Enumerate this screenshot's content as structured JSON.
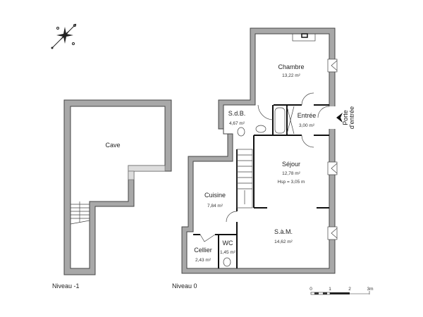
{
  "levels": {
    "basement": {
      "label": "Niveau -1",
      "rooms": [
        {
          "name": "Cave"
        }
      ]
    },
    "ground": {
      "label": "Niveau 0",
      "rooms": [
        {
          "name": "Chambre",
          "area": "13,22 m²"
        },
        {
          "name": "S.d.B.",
          "area": "4,67 m²"
        },
        {
          "name": "Entrée",
          "area": "3,00 m²"
        },
        {
          "name": "Séjour",
          "area": "12,78 m²",
          "height": "Hsp = 3,05 m"
        },
        {
          "name": "Cuisine",
          "area": "7,84 m²"
        },
        {
          "name": "S.à.M.",
          "area": "14,62 m²"
        },
        {
          "name": "WC",
          "area": "1,45 m²"
        },
        {
          "name": "Cellier",
          "area": "2,43 m²"
        }
      ],
      "entrance": {
        "line1": "Porte",
        "line2": "d'entrée"
      }
    }
  },
  "scale": {
    "ticks": [
      "0",
      "1",
      "2",
      "3m"
    ]
  },
  "compass": {
    "icon": "compass-rose-icon"
  },
  "colors": {
    "wall": "#a8a8a8",
    "line": "#111111"
  }
}
